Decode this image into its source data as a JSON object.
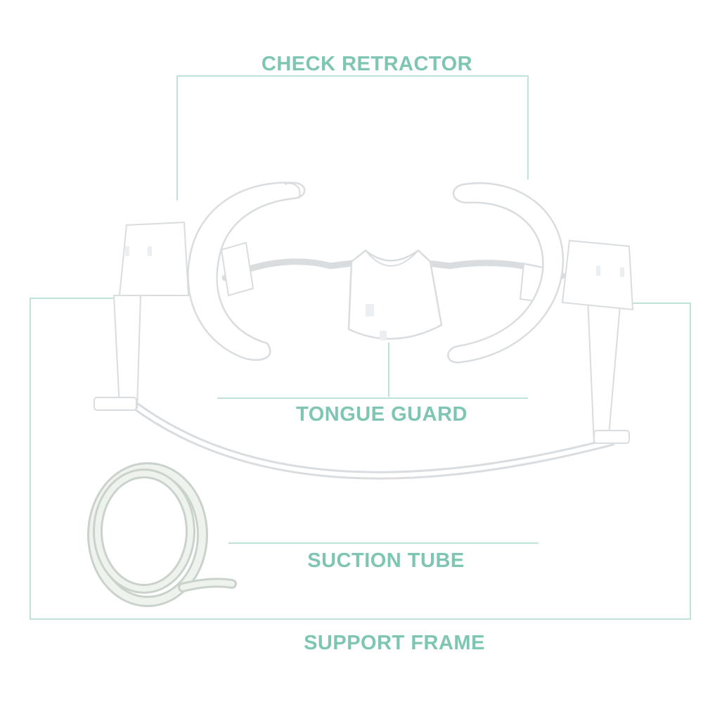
{
  "colors": {
    "accent": "#7ec5b3",
    "line": "#bfe3d9",
    "device_fill": "#ffffff",
    "device_edge": "#d9dde0",
    "device_shadow": "#eceff1",
    "tube_fill": "#eef3ee",
    "tube_edge": "#c9d3cb"
  },
  "labels": {
    "check_retractor": "CHECK RETRACTOR",
    "tongue_guard": "TONGUE GUARD",
    "suction_tube": "SUCTION TUBE",
    "support_frame": "SUPPORT FRAME"
  }
}
